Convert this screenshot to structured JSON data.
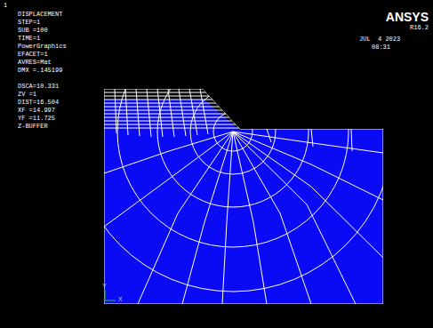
{
  "diagram": {
    "labels": [
      "1",
      "DISPLACEMENT",
      "STEP=1",
      "SUB =100",
      "TIME=1",
      "PowerGraphics",
      "EFACET=1",
      "AVRES=Mat",
      "DMX =.145199",
      "DSCA=10.331",
      "ZV =1",
      "DIST=16.504",
      "XF =14.997",
      "YF =11.725",
      "Z-BUFFER",
      "ANSYS",
      "R16.2",
      "JUL  4 2023",
      "08:31",
      "Y",
      "X"
    ]
  }
}
